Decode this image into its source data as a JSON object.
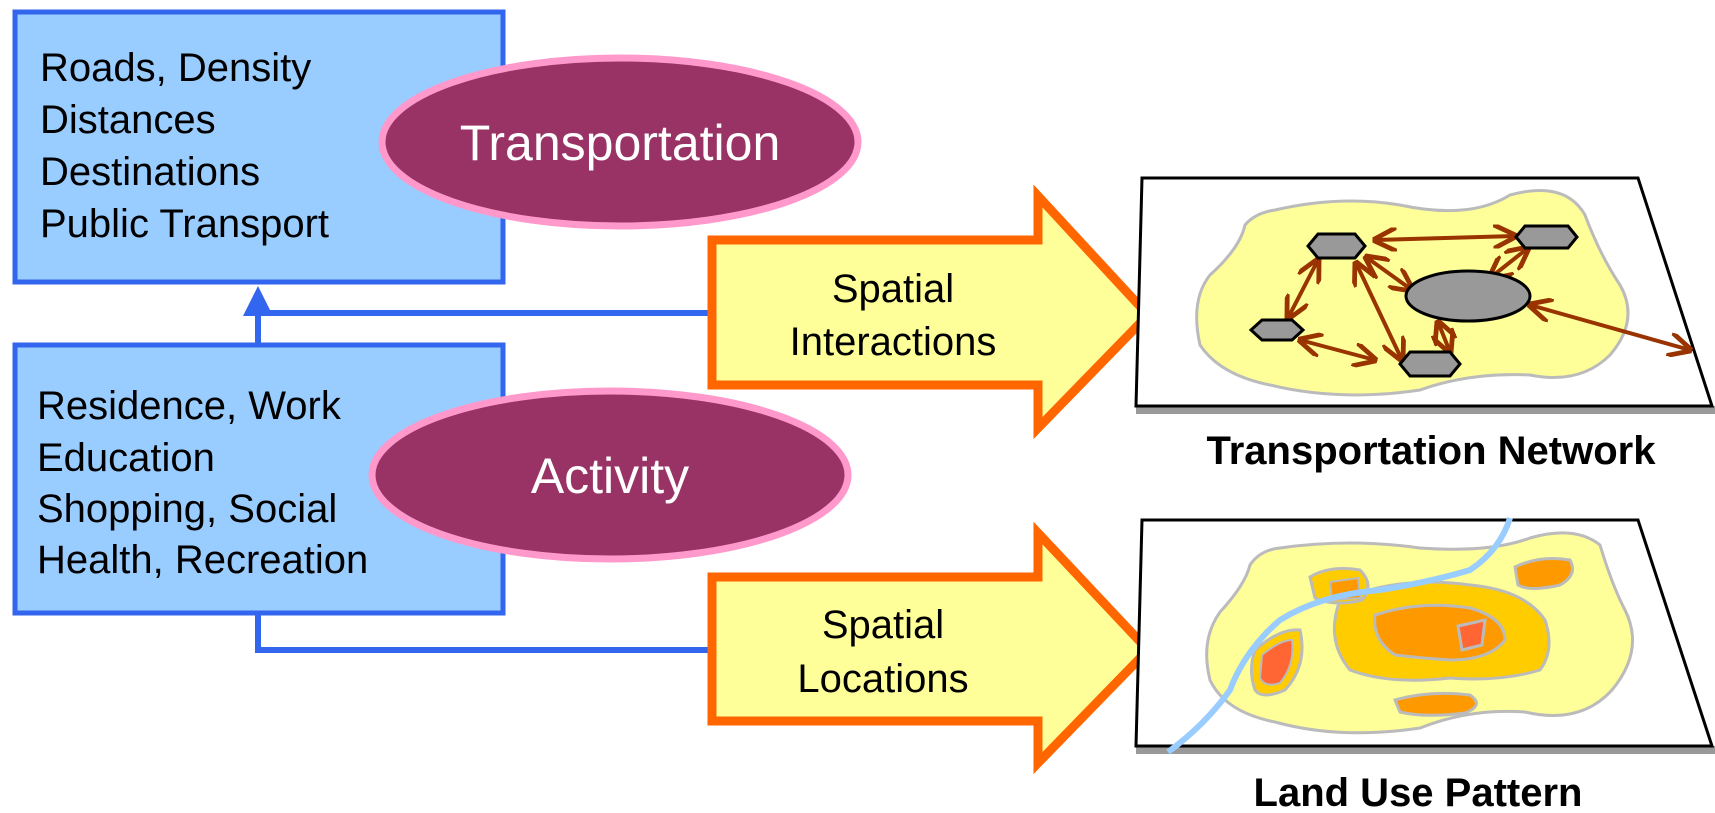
{
  "transport_box": {
    "lines": [
      "Roads, Density",
      "Distances",
      "Destinations",
      "Public Transport"
    ]
  },
  "activity_box": {
    "lines": [
      "Residence, Work",
      "Education",
      "Shopping, Social",
      "Health, Recreation"
    ]
  },
  "ovals": {
    "transportation": "Transportation",
    "activity": "Activity"
  },
  "arrows": {
    "interactions": [
      "Spatial",
      "Interactions"
    ],
    "locations": [
      "Spatial",
      "Locations"
    ]
  },
  "maps": {
    "network_caption": "Transportation Network",
    "landuse_caption": "Land Use Pattern"
  },
  "colors": {
    "box_fill": "#99ccff",
    "box_stroke": "#3366ee",
    "oval_fill": "#993366",
    "oval_stroke": "#ff99cc",
    "arrow_fill": "#ffff99",
    "arrow_stroke": "#ff6600",
    "map_base": "#ffff99",
    "node_fill": "#999999",
    "link_color": "#993300",
    "river": "#99ccff"
  }
}
